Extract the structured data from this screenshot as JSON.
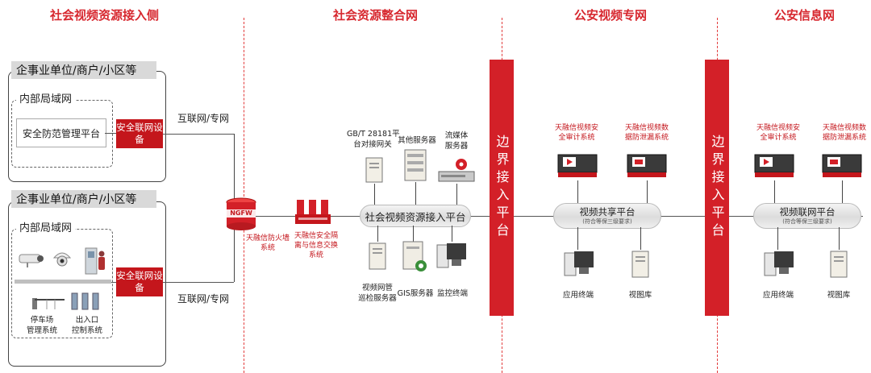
{
  "sections": {
    "social_side": "社会视频资源接入侧",
    "social_network": "社会资源整合网",
    "police_video": "公安视频专网",
    "police_info": "公安信息网"
  },
  "left": {
    "org1": {
      "title": "企事业单位/商户/小区等",
      "lan": "内部局域网",
      "platform": "安全防范管理平台",
      "device": "安全联网设备",
      "net": "互联网/专网"
    },
    "org2": {
      "title": "企事业单位/商户/小区等",
      "lan": "内部局域网",
      "device": "安全联网设备",
      "net": "互联网/专网",
      "parking": "停车场\n管理系统",
      "entrance": "出入口\n控制系统"
    }
  },
  "middle": {
    "ngfw_badge": "NGFW",
    "firewall": "天融信防火墙\n系统",
    "isolation": "天融信安全隔\n离与信息交换\n系统",
    "gateway": "GB/T 28181平\n台对接网关",
    "other_server": "其他服务器",
    "stream_server": "流媒体\n服务器",
    "platform": "社会视频资源接入平台",
    "patrol_server": "视频网管\n巡检服务器",
    "gis_server": "GIS服务器",
    "monitor": "监控终端"
  },
  "border1": {
    "text": "边界接入平台"
  },
  "police_video": {
    "audit": "天融信视频安\n全审计系统",
    "leak": "天融信视频数\n据防泄漏系统",
    "platform": "视频共享平台",
    "platform_note": "(符合等保三级要求)",
    "app": "应用终端",
    "lib": "视图库"
  },
  "border2": {
    "text": "边界接入平台"
  },
  "police_info": {
    "audit": "天融信视频安\n全审计系统",
    "leak": "天融信视频数\n据防泄漏系统",
    "platform": "视频联网平台",
    "platform_note": "(符合等保三级要求)",
    "app": "应用终端",
    "lib": "视图库"
  },
  "colors": {
    "accent": "#d32028",
    "dark_red": "#c4161c",
    "line": "#555555"
  },
  "icons": [
    "server-icon",
    "camera-icon",
    "terminal-icon",
    "firewall-icon",
    "audit-device-icon"
  ]
}
